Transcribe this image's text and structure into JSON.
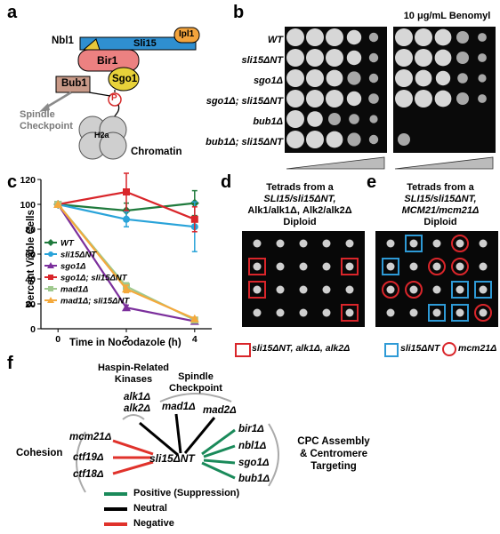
{
  "panels": {
    "a": "a",
    "b": "b",
    "c": "c",
    "d": "d",
    "e": "e",
    "f": "f"
  },
  "panel_a": {
    "nbl1": "Nbl1",
    "ipl1": "Ipl1",
    "sli15": "Sli15",
    "bir1": "Bir1",
    "sgo1": "Sgo1",
    "bub1": "Bub1",
    "phospho": "P",
    "spindle_checkpoint": "Spindle\nCheckpoint",
    "h2a": "H2a",
    "chromatin": "Chromatin"
  },
  "panel_b": {
    "benomyl_label": "10 μg/mL Benomyl",
    "strains": [
      "WT",
      "sli15ΔNT",
      "sgo1Δ",
      "sgo1Δ; sli15ΔNT",
      "bub1Δ",
      "bub1Δ; sli15ΔNT"
    ]
  },
  "chart_data": {
    "type": "line",
    "title": "",
    "xlabel": "Time in Nocodazole (h)",
    "ylabel": "Percent Viable Cells",
    "x": [
      0,
      2,
      4
    ],
    "xlim": [
      -0.5,
      4.5
    ],
    "ylim": [
      0,
      120
    ],
    "xticks": [
      0,
      2,
      4
    ],
    "yticks": [
      0,
      20,
      40,
      60,
      80,
      100,
      120
    ],
    "legend_position": "bottom-left",
    "series": [
      {
        "name": "WT",
        "color": "#1f7a3c",
        "marker": "diamond",
        "values": [
          100,
          95,
          101
        ],
        "errors": [
          0,
          6,
          10
        ]
      },
      {
        "name": "sli15ΔNT",
        "color": "#29a3d9",
        "marker": "circle",
        "values": [
          100,
          88,
          82
        ],
        "errors": [
          0,
          6,
          20
        ]
      },
      {
        "name": "sgo1Δ",
        "color": "#7b2f9c",
        "marker": "triangle",
        "values": [
          100,
          17,
          6
        ],
        "errors": [
          0,
          2,
          1
        ]
      },
      {
        "name": "sgo1Δ; sli15ΔNT",
        "color": "#d9252a",
        "marker": "square",
        "values": [
          100,
          110,
          88
        ],
        "errors": [
          0,
          15,
          10
        ]
      },
      {
        "name": "mad1Δ",
        "color": "#9fc98e",
        "marker": "square",
        "values": [
          100,
          34,
          7
        ],
        "errors": [
          0,
          3,
          1
        ]
      },
      {
        "name": "mad1Δ; sli15ΔNT",
        "color": "#f4a93c",
        "marker": "triangle",
        "values": [
          100,
          32,
          8
        ],
        "errors": [
          0,
          3,
          1
        ]
      }
    ]
  },
  "panel_d": {
    "title": [
      "Tetrads from a",
      "SLI15/sli15ΔNT,",
      "Alk1/alk1Δ, Alk2/alk2Δ",
      "Diploid"
    ],
    "legend": "sli15ΔNT, alk1Δ, alk2Δ"
  },
  "panel_e": {
    "title": [
      "Tetrads from a",
      "SLI15/sli15ΔNT,",
      "MCM21/mcm21Δ",
      "Diploid"
    ],
    "legend_square": "sli15ΔNT",
    "legend_circle": "mcm21Δ"
  },
  "panel_f": {
    "center": "sli15ΔNT",
    "groups": {
      "haspin": "Haspin-Related\nKinases",
      "checkpoint": "Spindle\nCheckpoint",
      "cohesion": "Cohesion",
      "cpc": "CPC Assembly\n& Centromere\nTargeting"
    },
    "genes": {
      "alk1": "alk1Δ",
      "alk2": "alk2Δ",
      "mad1": "mad1Δ",
      "mad2": "mad2Δ",
      "mcm21": "mcm21Δ",
      "ctf19": "ctf19Δ",
      "ctf18": "ctf18Δ",
      "bir1": "bir1Δ",
      "nbl1": "nbl1Δ",
      "sgo1": "sgo1Δ",
      "bub1": "bub1Δ"
    },
    "legend": [
      {
        "label": "Positive (Suppression)",
        "color": "#1a8a5a"
      },
      {
        "label": "Neutral",
        "color": "#000000"
      },
      {
        "label": "Negative",
        "color": "#e0322b"
      }
    ]
  }
}
